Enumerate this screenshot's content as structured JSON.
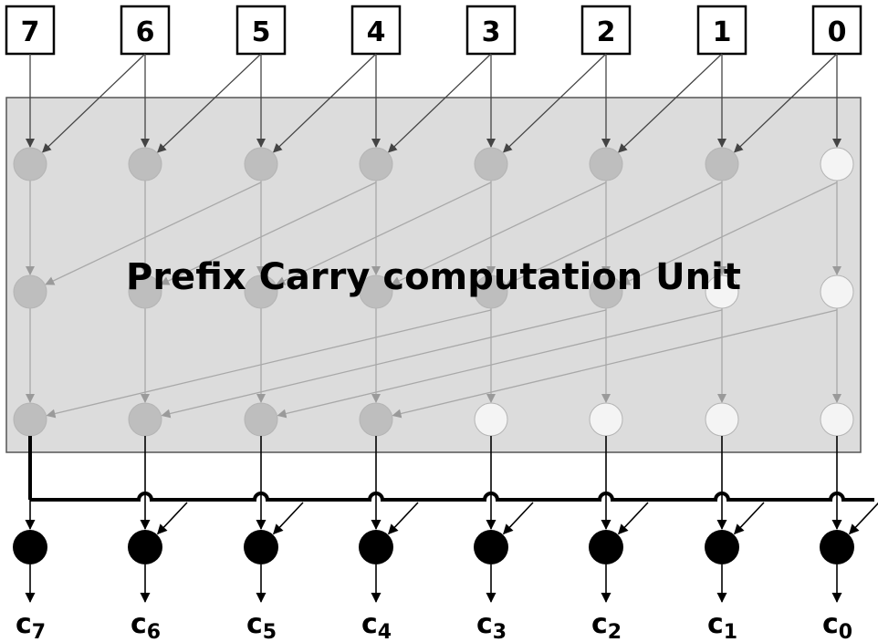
{
  "diagram": {
    "unit_label": "Prefix Carry computation Unit",
    "inputs": [
      "7",
      "6",
      "5",
      "4",
      "3",
      "2",
      "1",
      "0"
    ],
    "outputs": [
      {
        "base": "c",
        "sub": "7"
      },
      {
        "base": "c",
        "sub": "6"
      },
      {
        "base": "c",
        "sub": "5"
      },
      {
        "base": "c",
        "sub": "4"
      },
      {
        "base": "c",
        "sub": "3"
      },
      {
        "base": "c",
        "sub": "2"
      },
      {
        "base": "c",
        "sub": "1"
      },
      {
        "base": "c",
        "sub": "0"
      }
    ],
    "colors": {
      "unit_fill": "#dcdcdc",
      "unit_border": "#555555",
      "node_active": "#bebebe",
      "node_passive": "#f4f4f4",
      "inner_wire": "#a8a8a8",
      "output_node": "#000000"
    }
  }
}
